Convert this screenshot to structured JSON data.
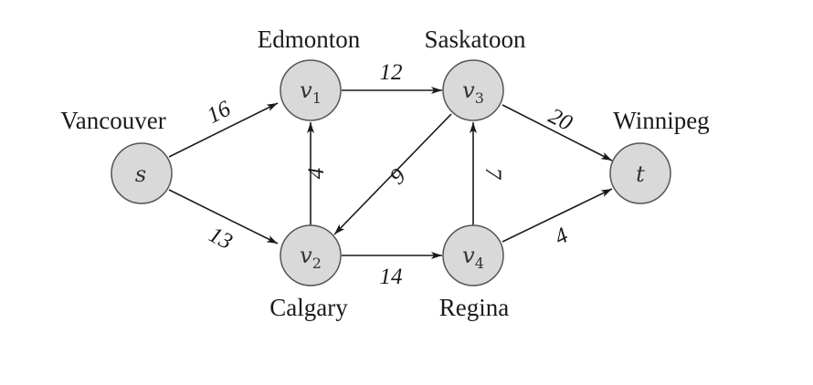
{
  "cities": {
    "s": "Vancouver",
    "v1": "Edmonton",
    "v2": "Calgary",
    "v3": "Saskatoon",
    "v4": "Regina",
    "t": "Winnipeg"
  },
  "nodes": {
    "s": {
      "var": "s",
      "sub": ""
    },
    "v1": {
      "var": "v",
      "sub": "1"
    },
    "v2": {
      "var": "v",
      "sub": "2"
    },
    "v3": {
      "var": "v",
      "sub": "3"
    },
    "v4": {
      "var": "v",
      "sub": "4"
    },
    "t": {
      "var": "t",
      "sub": ""
    }
  },
  "edges": [
    {
      "from": "s",
      "to": "v1",
      "capacity": "16"
    },
    {
      "from": "s",
      "to": "v2",
      "capacity": "13"
    },
    {
      "from": "v2",
      "to": "v1",
      "capacity": "4"
    },
    {
      "from": "v1",
      "to": "v3",
      "capacity": "12"
    },
    {
      "from": "v3",
      "to": "v2",
      "capacity": "9"
    },
    {
      "from": "v2",
      "to": "v4",
      "capacity": "14"
    },
    {
      "from": "v4",
      "to": "v3",
      "capacity": "7"
    },
    {
      "from": "v3",
      "to": "t",
      "capacity": "20"
    },
    {
      "from": "v4",
      "to": "t",
      "capacity": "4"
    }
  ]
}
